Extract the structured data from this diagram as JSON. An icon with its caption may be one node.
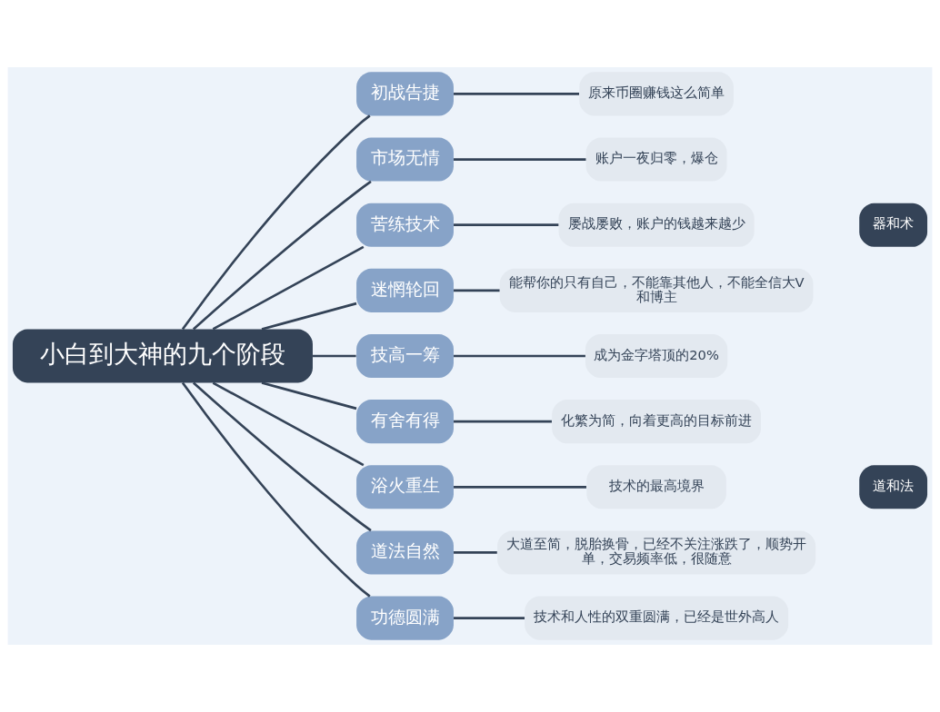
{
  "diagram": {
    "nodes": [
      {
        "text": [
          "小白到大神的九个阶段"
        ]
      },
      {
        "text": [
          "初战告捷"
        ]
      },
      {
        "text": [
          "原来币圈赚钱这么简单"
        ]
      },
      {
        "text": [
          "市场无情"
        ]
      },
      {
        "text": [
          "账户一夜归零，爆仓"
        ]
      },
      {
        "text": [
          "苦练技术"
        ]
      },
      {
        "text": [
          "屡战屡败，账户的钱越来越少"
        ]
      },
      {
        "text": [
          "迷惘轮回"
        ]
      },
      {
        "text": [
          "能帮你的只有自己，不能靠其他人，不能全信大V和博主"
        ]
      },
      {
        "text": [
          "技高一筹"
        ]
      },
      {
        "text": [
          "成为金字塔顶的20%"
        ]
      },
      {
        "text": [
          "有舍有得"
        ]
      },
      {
        "text": [
          "化繁为简，向着更高的目标前进"
        ]
      },
      {
        "text": [
          "浴火重生"
        ]
      },
      {
        "text": [
          "技术的最高境界"
        ]
      },
      {
        "text": [
          "道法自然"
        ]
      },
      {
        "text": [
          "大道至简，脱胎换骨，已经不关注涨跌了，顺势开单，交易频率低，很随意"
        ]
      },
      {
        "text": [
          "功德圆满"
        ]
      },
      {
        "text": [
          "技术和人性的双重圆满，已经是世外高人"
        ]
      },
      {
        "text": [
          "器和术"
        ]
      },
      {
        "text": [
          "道和法"
        ]
      }
    ],
    "edges": [
      {
        "from": 0,
        "to": 1,
        "arrow": "none"
      },
      {
        "from": 1,
        "to": 2,
        "arrow": "none"
      },
      {
        "from": 0,
        "to": 3,
        "arrow": "none"
      },
      {
        "from": 3,
        "to": 4,
        "arrow": "none"
      },
      {
        "from": 0,
        "to": 5,
        "arrow": "none"
      },
      {
        "from": 5,
        "to": 6,
        "arrow": "none"
      },
      {
        "from": 0,
        "to": 7,
        "arrow": "none"
      },
      {
        "from": 7,
        "to": 8,
        "arrow": "none"
      },
      {
        "from": 0,
        "to": 9,
        "arrow": "none"
      },
      {
        "from": 9,
        "to": 10,
        "arrow": "none"
      },
      {
        "from": 0,
        "to": 11,
        "arrow": "none"
      },
      {
        "from": 11,
        "to": 12,
        "arrow": "none"
      },
      {
        "from": 0,
        "to": 13,
        "arrow": "none"
      },
      {
        "from": 13,
        "to": 14,
        "arrow": "none"
      },
      {
        "from": 0,
        "to": 15,
        "arrow": "none"
      },
      {
        "from": 15,
        "to": 16,
        "arrow": "none"
      },
      {
        "from": 0,
        "to": 17,
        "arrow": "none"
      },
      {
        "from": 17,
        "to": 18,
        "arrow": "none"
      }
    ]
  }
}
